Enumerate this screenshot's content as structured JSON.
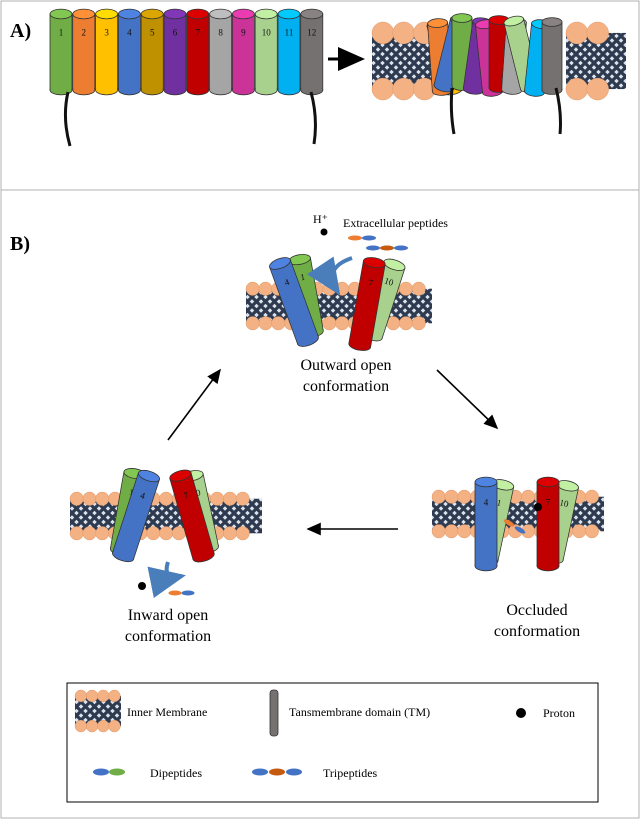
{
  "panels": {
    "a_label": "A)",
    "b_label": "B)"
  },
  "tm_helices": [
    {
      "num": "1",
      "color": "#70ad47"
    },
    {
      "num": "2",
      "color": "#ed7d31"
    },
    {
      "num": "3",
      "color": "#ffc000"
    },
    {
      "num": "4",
      "color": "#4472c4"
    },
    {
      "num": "5",
      "color": "#bf9000"
    },
    {
      "num": "6",
      "color": "#7030a0"
    },
    {
      "num": "7",
      "color": "#c00000"
    },
    {
      "num": "8",
      "color": "#a5a5a5"
    },
    {
      "num": "9",
      "color": "#cc3399"
    },
    {
      "num": "10",
      "color": "#a9d18e"
    },
    {
      "num": "11",
      "color": "#00b0f0"
    },
    {
      "num": "12",
      "color": "#767171"
    }
  ],
  "states": {
    "outward": {
      "line1": "Outward open",
      "line2": "conformation"
    },
    "occluded": {
      "line1": "Occluded",
      "line2": "conformation"
    },
    "inward": {
      "line1": "Inward open",
      "line2": "conformation"
    }
  },
  "extracellular": {
    "proton_label": "H⁺",
    "peptides_label": "Extracellular peptides"
  },
  "legend": {
    "membrane": "Inner Membrane",
    "tm_domain": "Tansmembrane domain (TM)",
    "proton": "Proton",
    "dipeptides": "Dipeptides",
    "tripeptides": "Tripeptides"
  },
  "colors": {
    "membrane_dark": "#2d3a4f",
    "lipid_head": "#f4b183",
    "blue_tm": "#4472c4",
    "green_tm": "#70ad47",
    "light_green_tm": "#a9d18e",
    "red_tm": "#c00000",
    "arrow_blue": "#4a7ebb"
  }
}
